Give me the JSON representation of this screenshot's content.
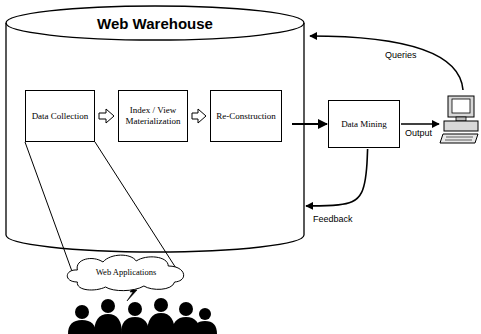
{
  "diagram": {
    "nodes": [
      {
        "text": [
          "Web Warehouse"
        ]
      },
      {
        "text": [
          "Data Collection"
        ],
        "in": 0
      },
      {
        "text": [
          "Index / View Materialization"
        ],
        "in": 0
      },
      {
        "text": [
          "Re-Construction"
        ],
        "in": 0
      },
      {
        "text": [
          "Data Mining"
        ]
      },
      {
        "text": [
          "Web Applications"
        ]
      }
    ],
    "edges": [
      {
        "from": 1,
        "to": 2,
        "arrow": "to"
      },
      {
        "from": 2,
        "to": 3,
        "arrow": "to"
      },
      {
        "from": 3,
        "to": 4,
        "arrow": "to"
      },
      {
        "from": 4,
        "to": 0,
        "label": "Feedback",
        "arrow": "to"
      },
      {
        "from": 1,
        "to": 5,
        "arrow": "none"
      }
    ],
    "labels": [
      "Queries",
      "Output"
    ]
  }
}
